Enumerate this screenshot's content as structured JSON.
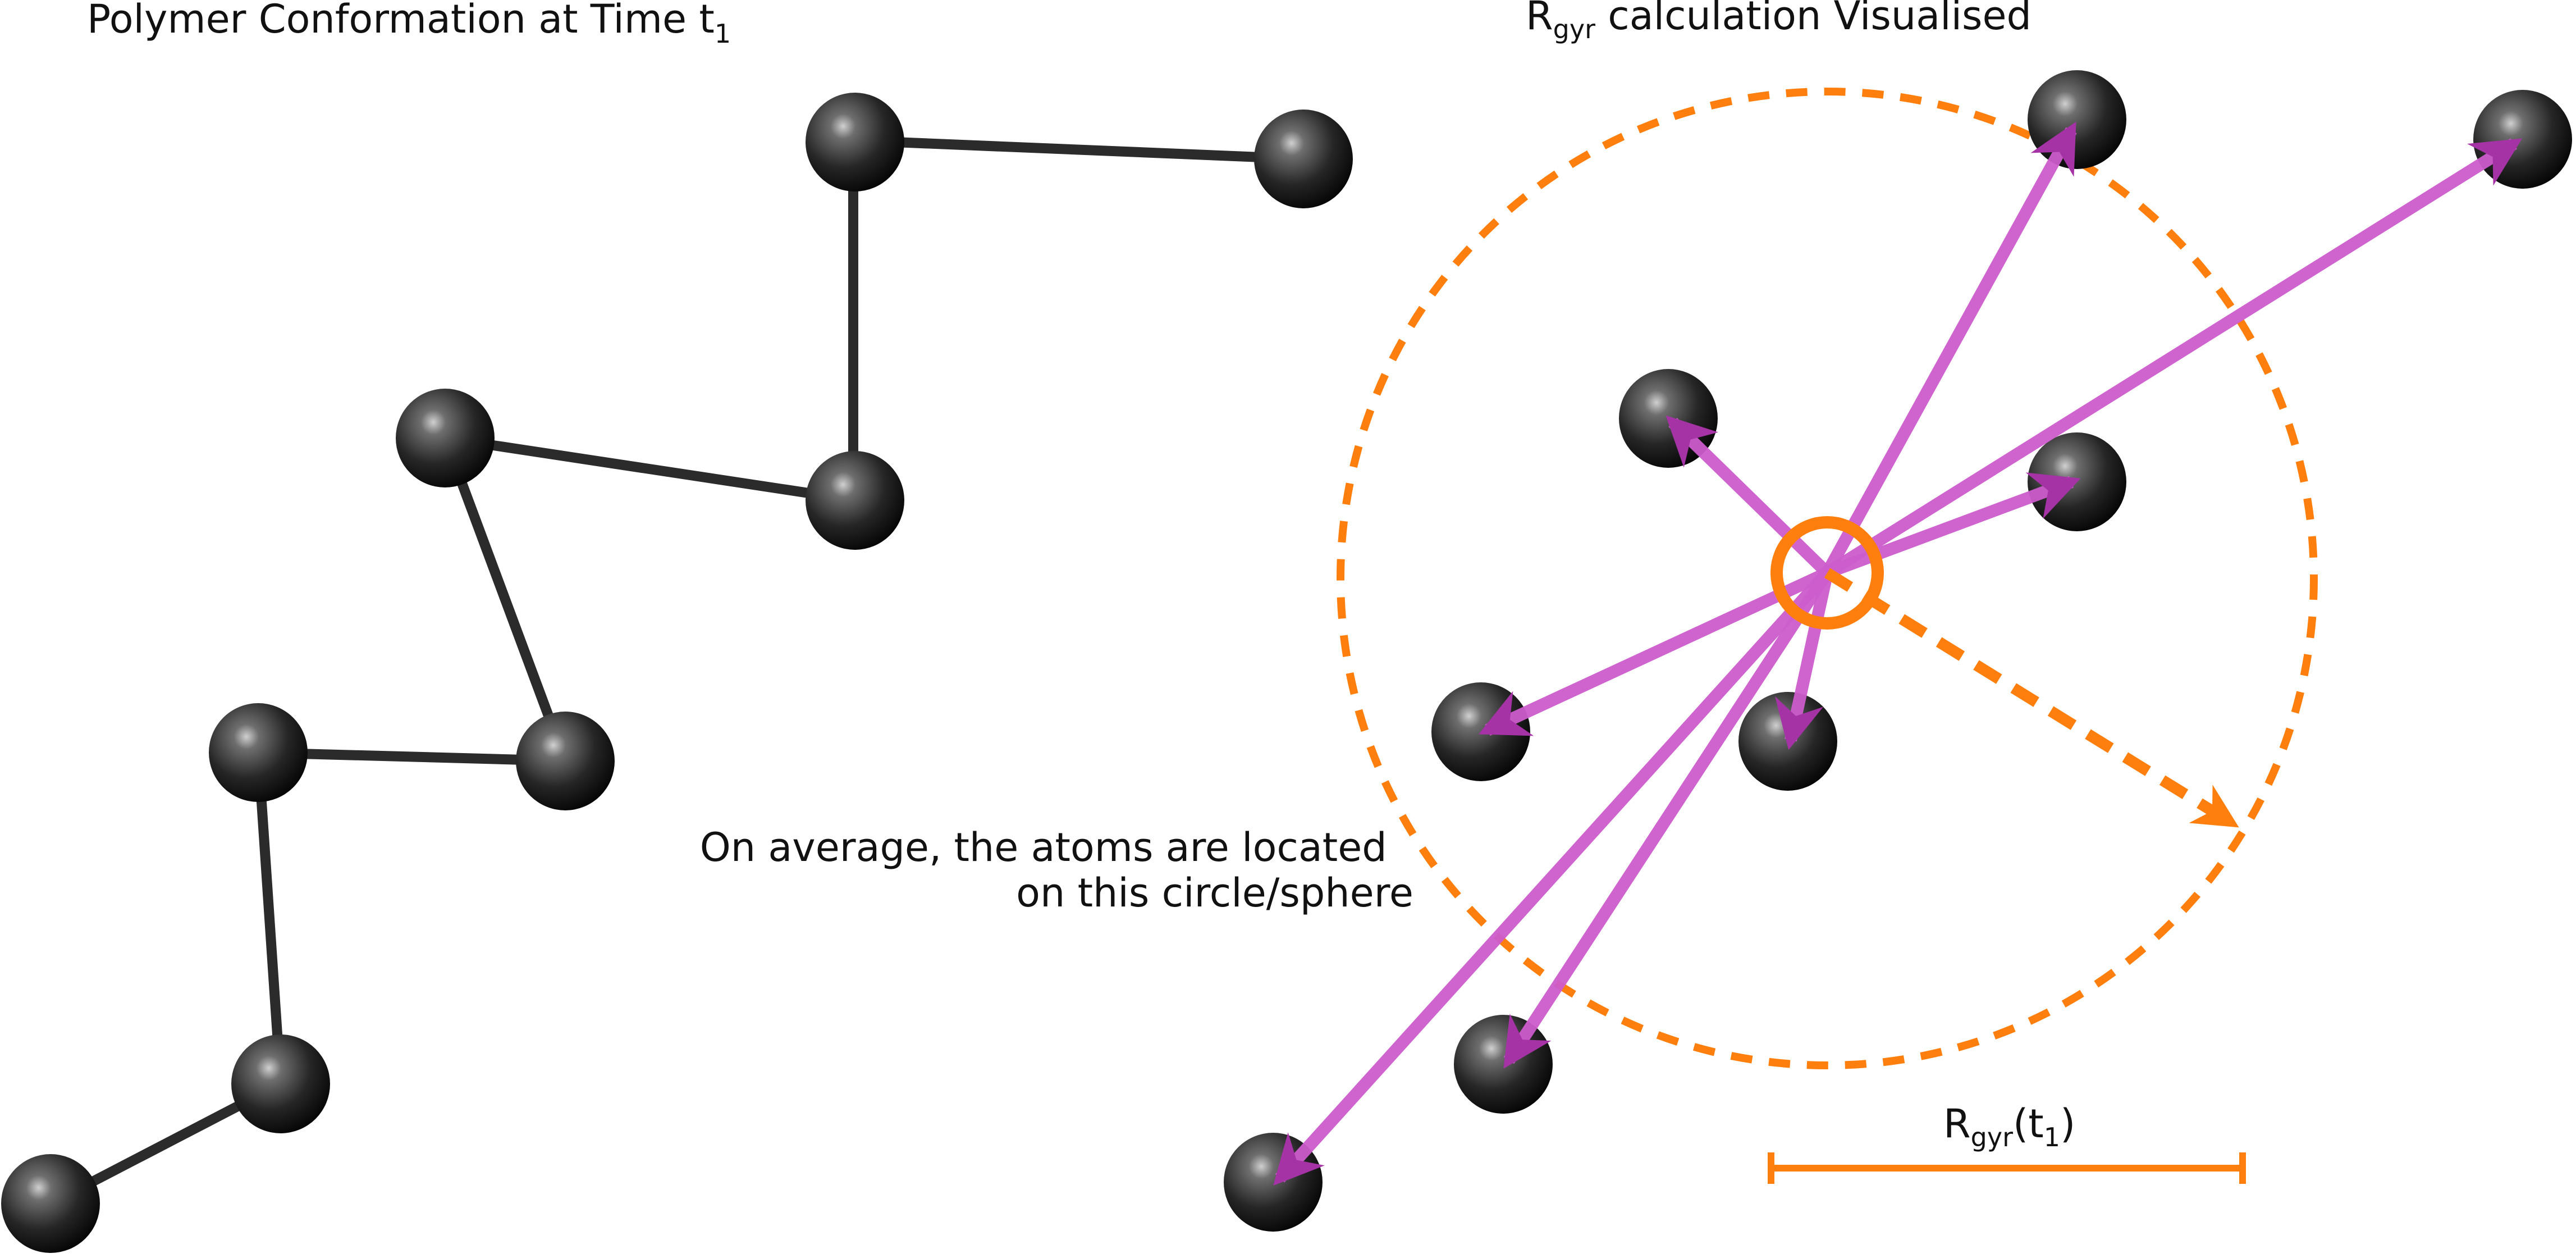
{
  "left_panel": {
    "title_main": "Polymer Conformation at Time t",
    "title_subscript": "1"
  },
  "right_panel": {
    "title_R": "R",
    "title_subscript": "gyr",
    "title_rest": " calculation Visualised",
    "annotation_line1": "On average, the atoms are located",
    "annotation_line2": "on this circle/sphere",
    "scale_label_R": "R",
    "scale_label_sub": "gyr",
    "scale_label_open": "(t",
    "scale_label_t_sub": "1",
    "scale_label_close": ")"
  },
  "colors": {
    "atom": "#1a1a1a",
    "bond": "#2a2a2a",
    "vector": "#cc5ccc",
    "vector_head": "#a633a6",
    "orange": "#ff7f0e"
  }
}
